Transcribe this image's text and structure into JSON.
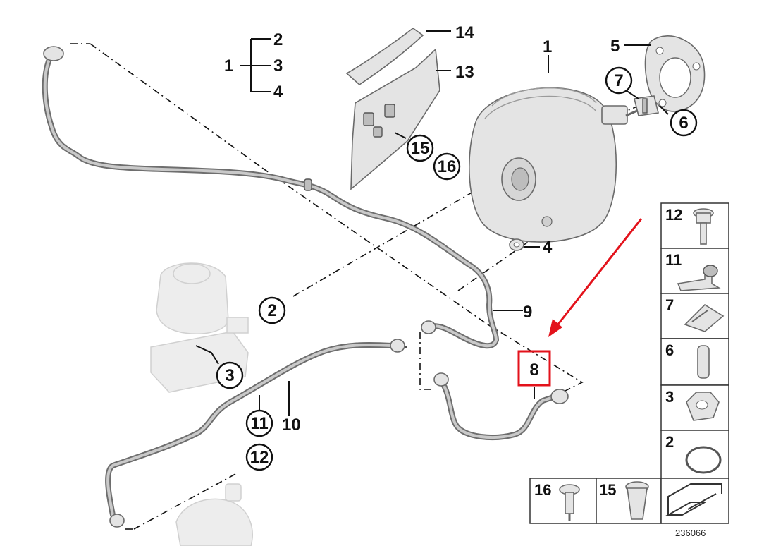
{
  "labels": {
    "booster": "1",
    "group_1": "1",
    "group_2": "2",
    "group_3": "3",
    "group_4": "4",
    "gasket": "5",
    "pin": "6",
    "clip": "7",
    "hose_8": "8",
    "hose_9": "9",
    "pipe_10": "10",
    "bracket_11": "11",
    "bolt_12": "12",
    "cover_13": "13",
    "strip_14": "14",
    "nut_15": "15",
    "screw_16": "16",
    "callout_2": "2",
    "callout_3": "3",
    "callout_4": "4",
    "callout_6": "6",
    "callout_7": "7",
    "callout_11": "11",
    "callout_12": "12",
    "callout_15": "15",
    "callout_16": "16"
  },
  "legend": {
    "cells": [
      {
        "label": "12",
        "icon": "bolt-icon"
      },
      {
        "label": "11",
        "icon": "bracket-icon"
      },
      {
        "label": "7",
        "icon": "clip-icon"
      },
      {
        "label": "6",
        "icon": "pin-icon"
      },
      {
        "label": "3",
        "icon": "nut-icon"
      },
      {
        "label": "2",
        "icon": "o-ring-icon"
      }
    ],
    "bottom_cells": [
      {
        "label": "16",
        "icon": "screw-icon"
      },
      {
        "label": "15",
        "icon": "expansion-nut-icon"
      },
      {
        "label": "",
        "icon": "shim-icon"
      }
    ]
  },
  "reference_number": "236066",
  "highlight": {
    "label": "8",
    "color": "#e3121b"
  },
  "colors": {
    "highlight": "#e3121b",
    "line": "#111111",
    "part": "#e4e4e4"
  }
}
